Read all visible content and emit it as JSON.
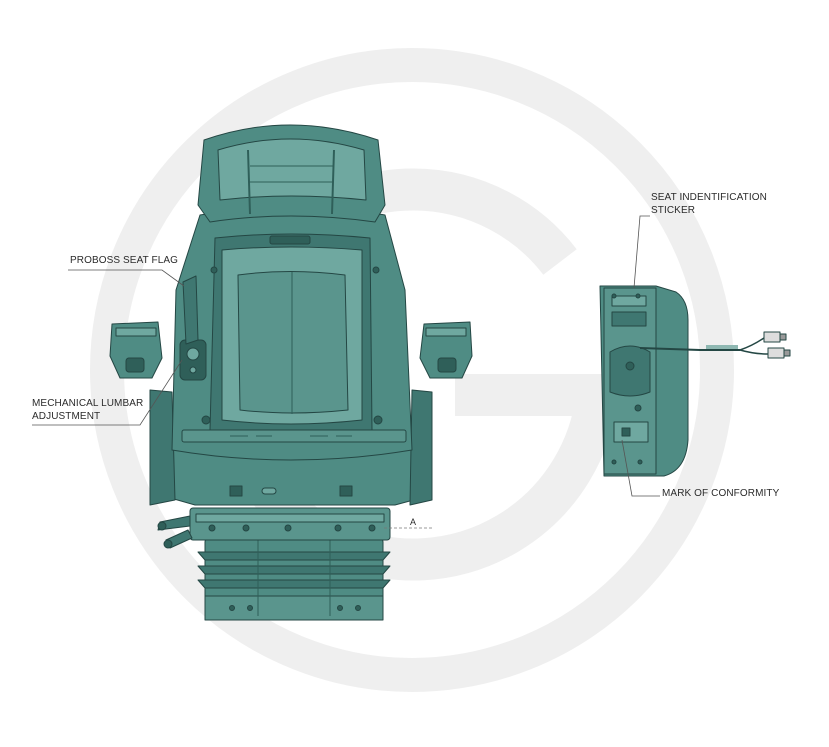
{
  "colors": {
    "background": "#ffffff",
    "watermark": "#efefef",
    "seat_fill": "#4f8c84",
    "seat_fill_light": "#6fa8a0",
    "seat_fill_dark": "#2f5f59",
    "outline": "#244744",
    "leader_line": "#555555",
    "text": "#2b2b2b"
  },
  "watermark_icon": "brand-g-logo-watermark",
  "callouts": {
    "proboss_seat_flag": "PROBOSS SEAT FLAG",
    "mechanical_lumbar_line1": "MECHANICAL LUMBAR",
    "mechanical_lumbar_line2": "ADJUSTMENT",
    "seat_identification_line1": "SEAT INDENTIFICATION",
    "seat_identification_line2": "STICKER",
    "mark_of_conformity": "MARK OF CONFORMITY",
    "dimension_a": "A"
  }
}
